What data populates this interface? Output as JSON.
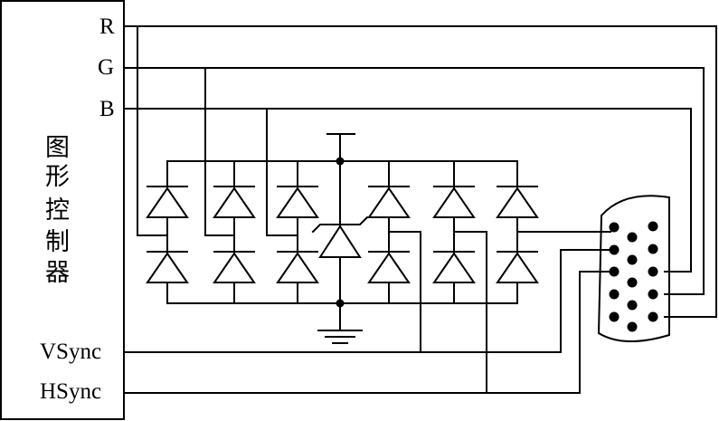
{
  "controller": {
    "label_chars": [
      "图",
      "形",
      "控",
      "制",
      "器"
    ],
    "pins": {
      "r": "R",
      "g": "G",
      "b": "B",
      "vsync": "VSync",
      "hsync": "HSync"
    }
  }
}
